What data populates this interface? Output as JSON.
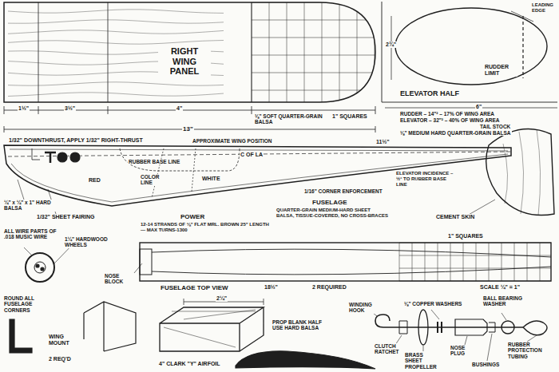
{
  "diagram": {
    "labels": [
      "1½\"",
      "3½\"",
      "4\"",
      "⅛\" SOFT QUARTER-GRAIN BALSA",
      "1\" SQUARES",
      "13\"",
      "RIGHT WING PANEL",
      "LEADING EDGE",
      "RUDDER LIMIT",
      "ELEVATOR HALF",
      "2¾\"",
      "6\"",
      "RUDDER – 14\"² – 17% OF WING AREA",
      "ELEVATOR – 32\"² – 40% OF WING AREA",
      "TAIL STOCK",
      "⅛\" MEDIUM HARD QUARTER-GRAIN BALSA",
      "1/32\" DOWNTHRUST, APPLY 1/32\" RIGHT-THRUST",
      "APPROXIMATE WING POSITION",
      "11½\"",
      "C OF LA",
      "RUBBER BASE LINE",
      "RED",
      "COLOR LINE",
      "WHITE",
      "¼\" x ¼\" x 1\" HARD BALSA",
      "1/32\" SHEET FAIRING",
      "1/16\" CORNER ENFORCEMENT",
      "FUSELAGE",
      "QUARTER-GRAIN MEDIUM-HARD SHEET BALSA, TISSUE-COVERED, NO CROSS-BRACES",
      "ELEVATOR INCIDENCE –½° TO RUBBER BASE LINE",
      "CEMENT SKIN",
      "POWER",
      "12-14 STRANDS OF ⅛\" FLAT MRL. BROWN 25\" LENGTH — MAX TURNS-1300",
      "ALL WIRE PARTS OF .018 MUSIC WIRE",
      "1¼\" HARDWOOD WHEELS",
      "1\" SQUARES",
      "NOSE BLOCK",
      "FUSELAGE TOP VIEW",
      "18½\"",
      "2 REQUIRED",
      "SCALE ¼\" = 1\"",
      "ROUND ALL FUSELAGE CORNERS",
      "WING MOUNT",
      "2 REQ'D",
      "2¼\"",
      "PROP BLANK HALF USE HARD BALSA",
      "4\" CLARK \"Y\" AIRFOIL",
      "WINDING HOOK",
      "⅛\" COPPER WASHERS",
      "BALL BEARING WASHER",
      "RUBBER PROTECTION TUBING",
      "CLUTCH RATCHET",
      "BRASS SHEET PROPELLER",
      "NOSE PLUG",
      "BUSHINGS"
    ]
  }
}
